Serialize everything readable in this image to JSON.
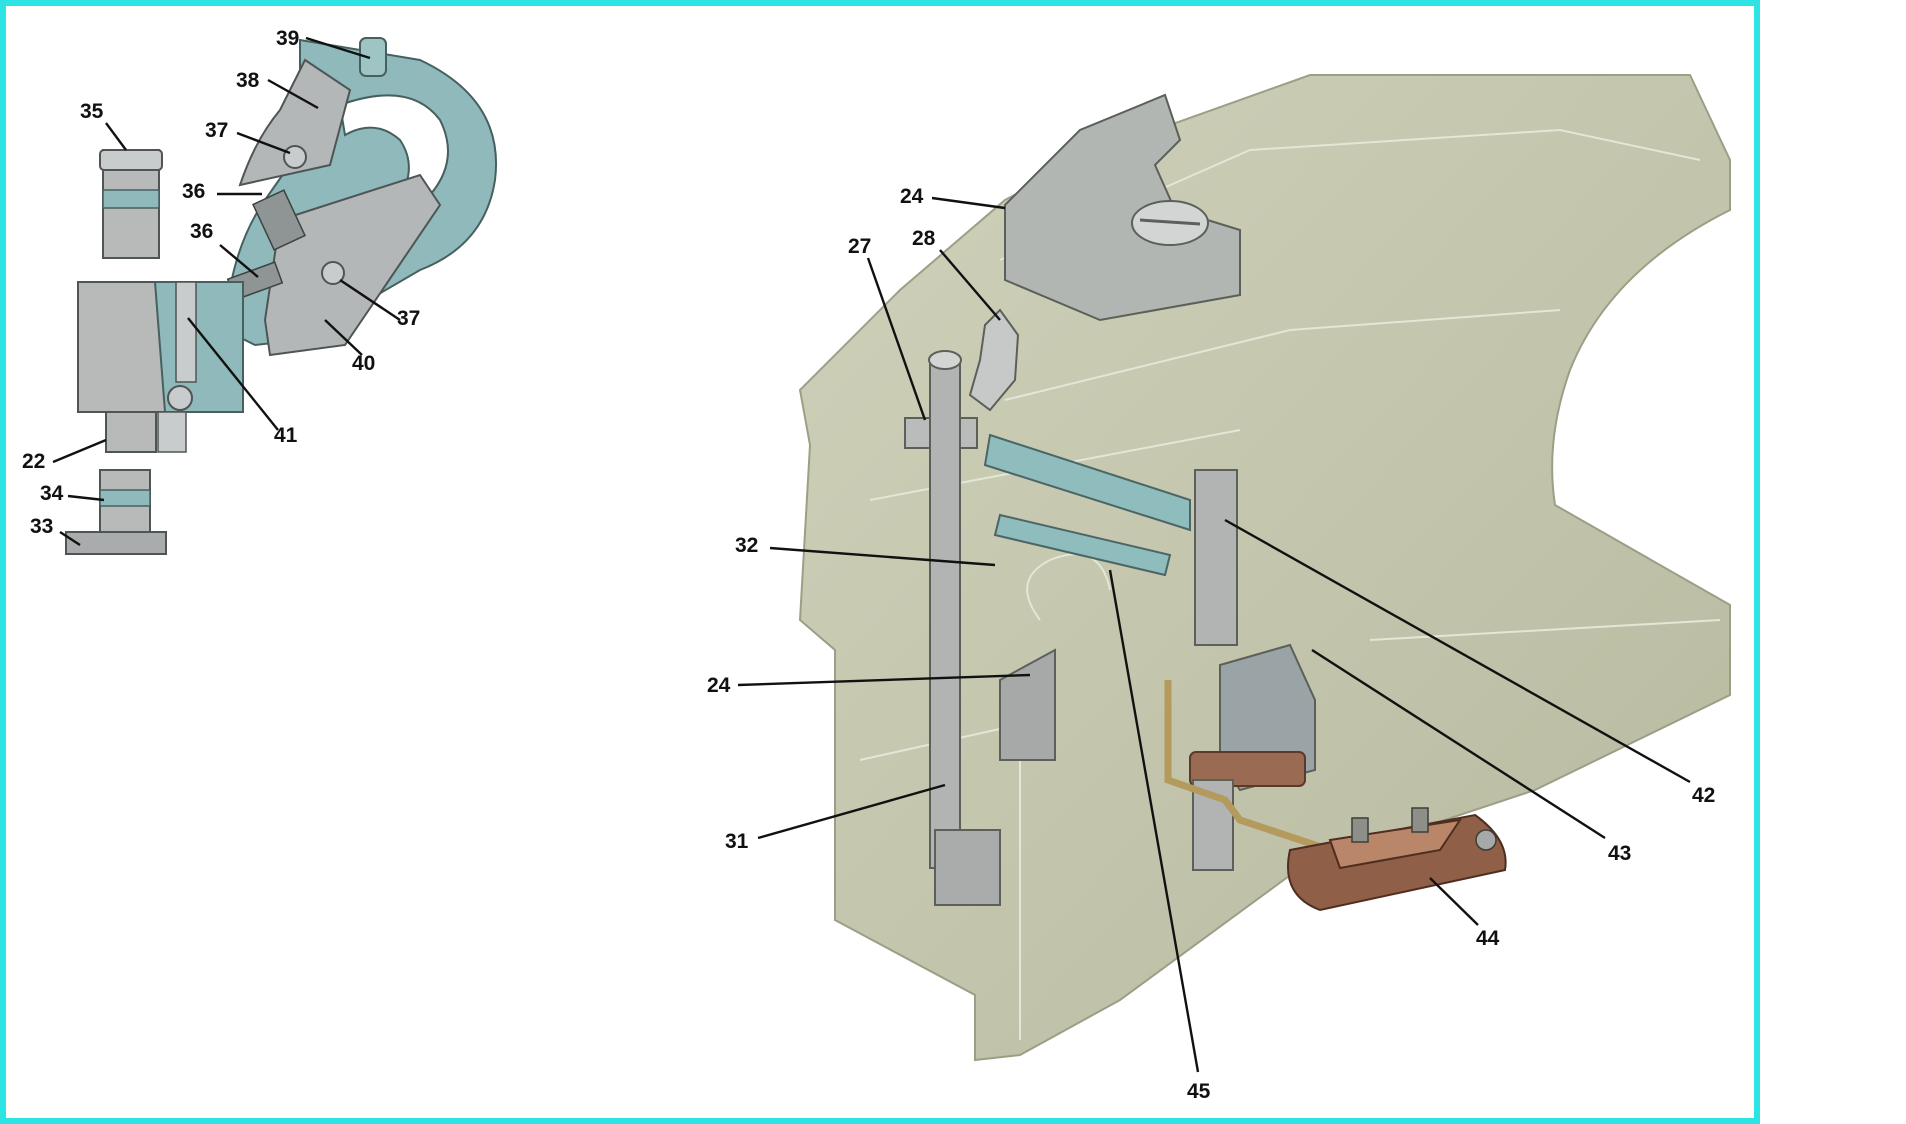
{
  "frame_color": "#2ee3e3",
  "colors": {
    "casting": "#c2c4ab",
    "casting_dark": "#a9ab92",
    "steel": "#b3b6b6",
    "steel_dark": "#8c9090",
    "blue": "#8fbcbc",
    "copper": "#9a6a52"
  },
  "callouts": [
    {
      "id": "l39",
      "text": "39"
    },
    {
      "id": "l38",
      "text": "38"
    },
    {
      "id": "l35",
      "text": "35"
    },
    {
      "id": "l37a",
      "text": "37"
    },
    {
      "id": "l36a",
      "text": "36"
    },
    {
      "id": "l36b",
      "text": "36"
    },
    {
      "id": "l37b",
      "text": "37"
    },
    {
      "id": "l40",
      "text": "40"
    },
    {
      "id": "l41",
      "text": "41"
    },
    {
      "id": "l22",
      "text": "22"
    },
    {
      "id": "l34",
      "text": "34"
    },
    {
      "id": "l33",
      "text": "33"
    },
    {
      "id": "l24a",
      "text": "24"
    },
    {
      "id": "l27",
      "text": "27"
    },
    {
      "id": "l28",
      "text": "28"
    },
    {
      "id": "l32",
      "text": "32"
    },
    {
      "id": "l24b",
      "text": "24"
    },
    {
      "id": "l31",
      "text": "31"
    },
    {
      "id": "l42",
      "text": "42"
    },
    {
      "id": "l43",
      "text": "43"
    },
    {
      "id": "l44",
      "text": "44"
    },
    {
      "id": "l45",
      "text": "45"
    }
  ]
}
